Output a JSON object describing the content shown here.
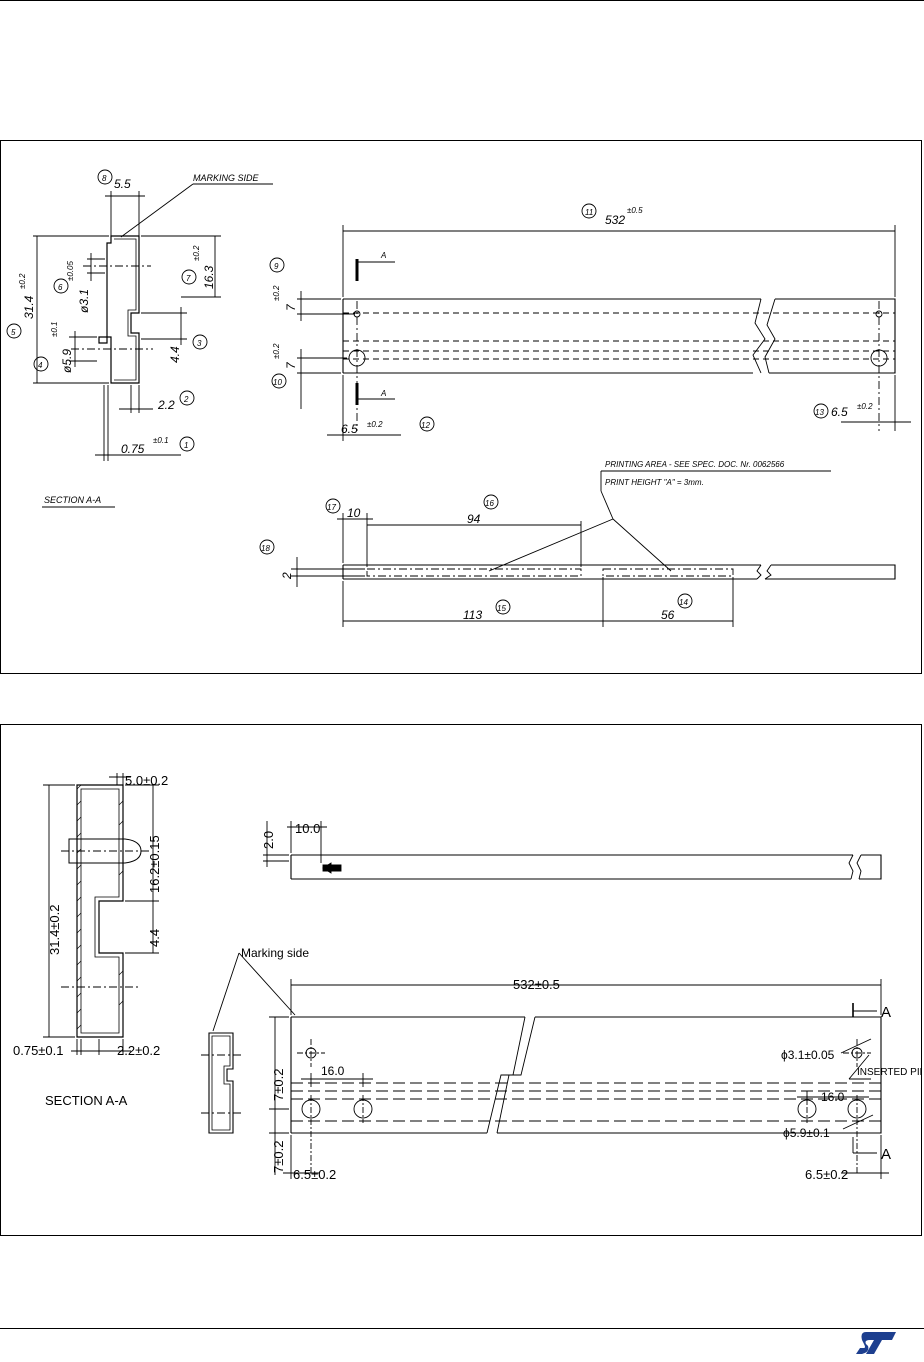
{
  "upper_drawing": {
    "callouts": [
      "1",
      "2",
      "3",
      "4",
      "5",
      "6",
      "7",
      "8",
      "9",
      "10",
      "11",
      "12",
      "13",
      "14",
      "15",
      "16",
      "17",
      "18"
    ],
    "marking_side": "MARKING SIDE",
    "section_title": "SECTION A-A",
    "section_letter": "A",
    "dims": {
      "d5_5": "5.5",
      "d31_4": "31.4",
      "tol_02": "±0.2",
      "tol_01": "±0.1",
      "tol_005": "±0.05",
      "tol_05": "±0.5",
      "d3_1": "ø3.1",
      "d16_3": "16.3",
      "d5_9": "ø5.9",
      "d4_4": "4.4",
      "d2_2": "2.2",
      "d0_75": "0.75",
      "d532": "532",
      "d7": "7",
      "d6_5": "6.5",
      "d10": "10",
      "d94": "94",
      "d2": "2",
      "d113": "113",
      "d56": "56"
    },
    "printing_note_1": "PRINTING AREA - SEE SPEC. DOC. Nr. 0062566",
    "printing_note_2": "PRINT HEIGHT \"A\" = 3mm."
  },
  "lower_drawing": {
    "dims": {
      "d5_0": "5.0±0.2",
      "d31_4": "31.4±0.2",
      "d16_2": "16.2±0.15",
      "d4_4": "4.4",
      "d0_75": "0.75±0.1",
      "d2_2": "2.2±0.2",
      "d2_0": "2.0",
      "d10_0": "10.0",
      "d532": "532±0.5",
      "d7_top": "7±0.2",
      "d7_bot": "7±0.2",
      "d16_left": "16.0",
      "d16_right": "16.0",
      "d6_5_left": "6.5±0.2",
      "d6_5_right": "6.5±0.2",
      "d3_1": "ϕ3.1±0.05",
      "d5_9": "ϕ5.9±0.1"
    },
    "section_title": "SECTION A-A",
    "marking_side": "Marking side",
    "inserted_pin": "INSERTED PIN",
    "section_letter": "A"
  },
  "logo": {
    "name": "st-logo-icon",
    "color": "#1d3f8f"
  }
}
